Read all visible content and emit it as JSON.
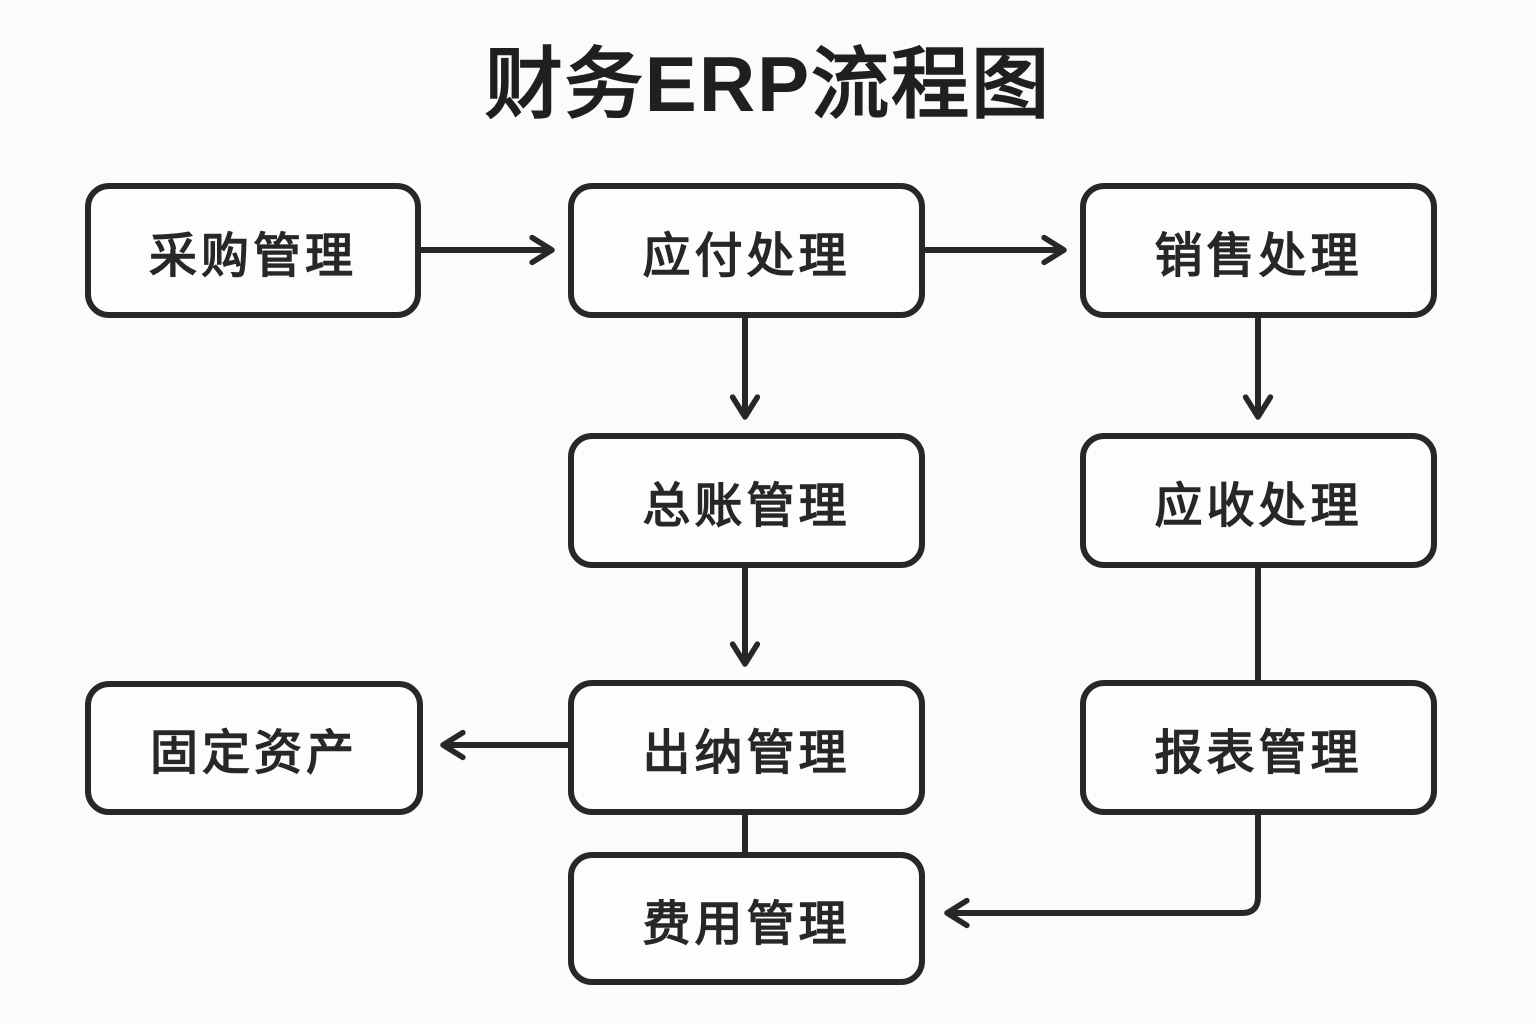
{
  "title": "财务ERP流程图",
  "diagram": {
    "type": "flowchart",
    "nodes": [
      {
        "id": "procurement",
        "label": "采购管理"
      },
      {
        "id": "payable",
        "label": "应付处理"
      },
      {
        "id": "sales",
        "label": "销售处理"
      },
      {
        "id": "ledger",
        "label": "总账管理"
      },
      {
        "id": "receivable",
        "label": "应收处理"
      },
      {
        "id": "fixed-assets",
        "label": "固定资产"
      },
      {
        "id": "cashier",
        "label": "出纳管理"
      },
      {
        "id": "reports",
        "label": "报表管理"
      },
      {
        "id": "expense",
        "label": "费用管理"
      }
    ],
    "edges": [
      {
        "from": "采购管理",
        "to": "应付处理",
        "arrowhead": true
      },
      {
        "from": "应付处理",
        "to": "销售处理",
        "arrowhead": true
      },
      {
        "from": "应付处理",
        "to": "总账管理",
        "arrowhead": true
      },
      {
        "from": "销售处理",
        "to": "应收处理",
        "arrowhead": true
      },
      {
        "from": "总账管理",
        "to": "出纳管理",
        "arrowhead": true
      },
      {
        "from": "出纳管理",
        "to": "固定资产",
        "arrowhead": true
      },
      {
        "from": "应收处理",
        "to": "报表管理",
        "arrowhead": false
      },
      {
        "from": "报表管理",
        "to": "费用管理",
        "arrowhead": true
      },
      {
        "from": "出纳管理",
        "to": "费用管理",
        "arrowhead": false
      }
    ],
    "colors": {
      "line": "#272727",
      "text": "#272727",
      "box_background": "#fdfdfd",
      "page_background": "#fbfbfb"
    }
  }
}
